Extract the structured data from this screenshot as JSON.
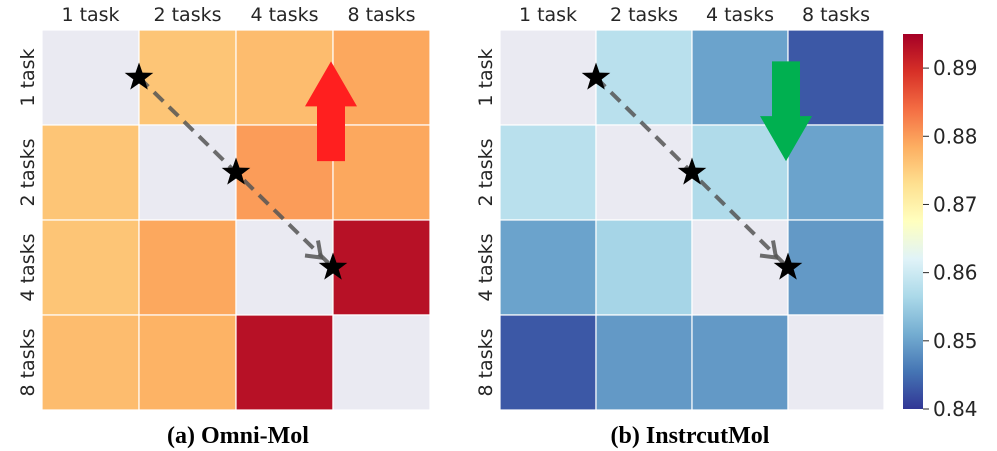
{
  "chart_data": [
    {
      "type": "heatmap",
      "caption": "(a) Omni-Mol",
      "x_categories": [
        "1 task",
        "2 tasks",
        "4 tasks",
        "8 tasks"
      ],
      "y_categories": [
        "1 task",
        "2 tasks",
        "4 tasks",
        "8 tasks"
      ],
      "values": [
        [
          null,
          0.876,
          0.877,
          0.879
        ],
        [
          0.876,
          null,
          0.88,
          0.879
        ],
        [
          0.876,
          0.879,
          null,
          0.893
        ],
        [
          0.877,
          0.878,
          0.893,
          null
        ]
      ],
      "markers": [
        {
          "row": 0,
          "col": 0.5
        },
        {
          "row": 1,
          "col": 1.5
        },
        {
          "row": 2,
          "col": 2.5
        }
      ],
      "trend_arrow": {
        "direction": "up",
        "color": "#ff1f1f"
      }
    },
    {
      "type": "heatmap",
      "caption": "(b) InstrcutMol",
      "x_categories": [
        "1 task",
        "2 tasks",
        "4 tasks",
        "8 tasks"
      ],
      "y_categories": [
        "1 task",
        "2 tasks",
        "4 tasks",
        "8 tasks"
      ],
      "values": [
        [
          null,
          0.858,
          0.85,
          0.843
        ],
        [
          0.858,
          null,
          0.857,
          0.85
        ],
        [
          0.85,
          0.856,
          null,
          0.849
        ],
        [
          0.843,
          0.849,
          0.849,
          null
        ]
      ],
      "markers": [
        {
          "row": 0,
          "col": 0.5
        },
        {
          "row": 1,
          "col": 1.5
        },
        {
          "row": 2,
          "col": 2.5
        }
      ],
      "trend_arrow": {
        "direction": "down",
        "color": "#00b050"
      }
    }
  ],
  "colorbar": {
    "colormap": "RdYlBu_r",
    "vmin": 0.84,
    "vmax": 0.895,
    "ticks": [
      "0.84",
      "0.85",
      "0.86",
      "0.87",
      "0.88",
      "0.89"
    ]
  },
  "colors": {
    "diagonal": "#eaeaf2",
    "grid": "#ffffff",
    "marker": "#000000",
    "path": "#555555"
  }
}
